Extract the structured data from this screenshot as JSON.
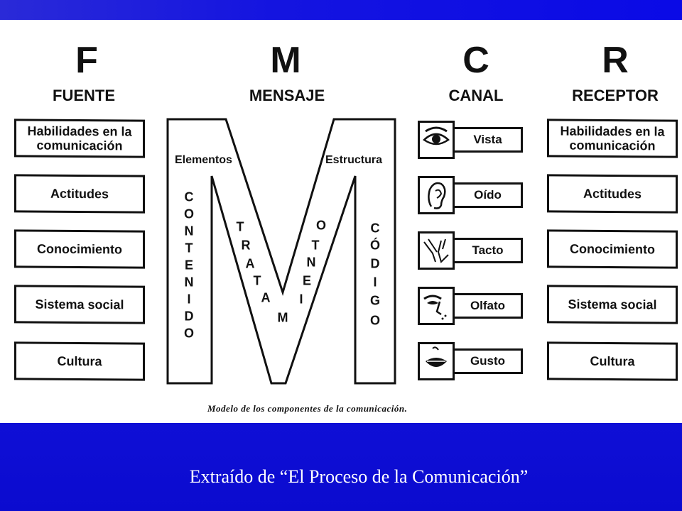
{
  "columns": [
    {
      "letter": "F",
      "title": "FUENTE"
    },
    {
      "letter": "M",
      "title": "MENSAJE"
    },
    {
      "letter": "C",
      "title": "CANAL"
    },
    {
      "letter": "R",
      "title": "RECEPTOR"
    }
  ],
  "source_boxes": [
    "Habilidades en la comunicación",
    "Actitudes",
    "Conocimiento",
    "Sistema social",
    "Cultura"
  ],
  "receiver_boxes": [
    "Habilidades en la comunicación",
    "Actitudes",
    "Conocimiento",
    "Sistema social",
    "Cultura"
  ],
  "message": {
    "elementos": "Elementos",
    "estructura": "Estructura",
    "contenido": [
      "C",
      "O",
      "N",
      "T",
      "E",
      "N",
      "I",
      "D",
      "O"
    ],
    "tratamiento": [
      "T",
      "R",
      "A",
      "T",
      "A",
      "M",
      "I",
      "E",
      "N",
      "T",
      "O"
    ],
    "codigo": [
      "C",
      "Ó",
      "D",
      "I",
      "G",
      "O"
    ]
  },
  "channels": [
    {
      "label": "Vista",
      "icon": "eye-icon"
    },
    {
      "label": "Oído",
      "icon": "ear-icon"
    },
    {
      "label": "Tacto",
      "icon": "hands-icon"
    },
    {
      "label": "Olfato",
      "icon": "nose-icon"
    },
    {
      "label": "Gusto",
      "icon": "mouth-icon"
    }
  ],
  "caption": "Modelo de los componentes de la comunicación.",
  "source_credit": "Extraído de “El Proceso de la Comunicación”"
}
